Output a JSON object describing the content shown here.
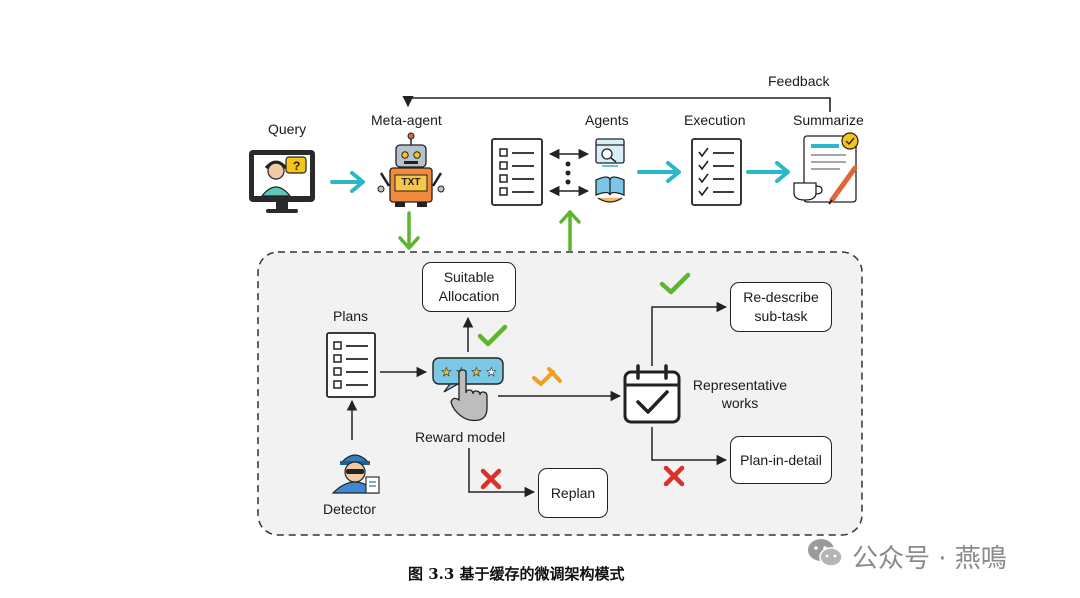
{
  "labels": {
    "feedback": "Feedback",
    "query": "Query",
    "meta_agent": "Meta-agent",
    "agents": "Agents",
    "execution": "Execution",
    "summarize": "Summarize",
    "plans": "Plans",
    "reward_model": "Reward model",
    "detector": "Detector",
    "representative_line1": "Representative",
    "representative_line2": "works",
    "robot_screen_text": "TXT"
  },
  "boxes": {
    "suitable_line1": "Suitable",
    "suitable_line2": "Allocation",
    "redescribe_line1": "Re-describe",
    "redescribe_line2": "sub-task",
    "plan_in_detail": "Plan-in-detail",
    "replan": "Replan"
  },
  "caption": "图 3.3 基于缓存的微调架构模式",
  "watermark": {
    "text": "公众号 · 燕鳴",
    "icon": "wechat-icon"
  },
  "colors": {
    "cyan_arrow": "#2bb7c9",
    "green_arrow": "#5fb52e",
    "check_green": "#5fb52e",
    "cross_red": "#d9312b",
    "partial_orange": "#f0a020",
    "dashed_panel_bg": "#f2f2f2"
  }
}
